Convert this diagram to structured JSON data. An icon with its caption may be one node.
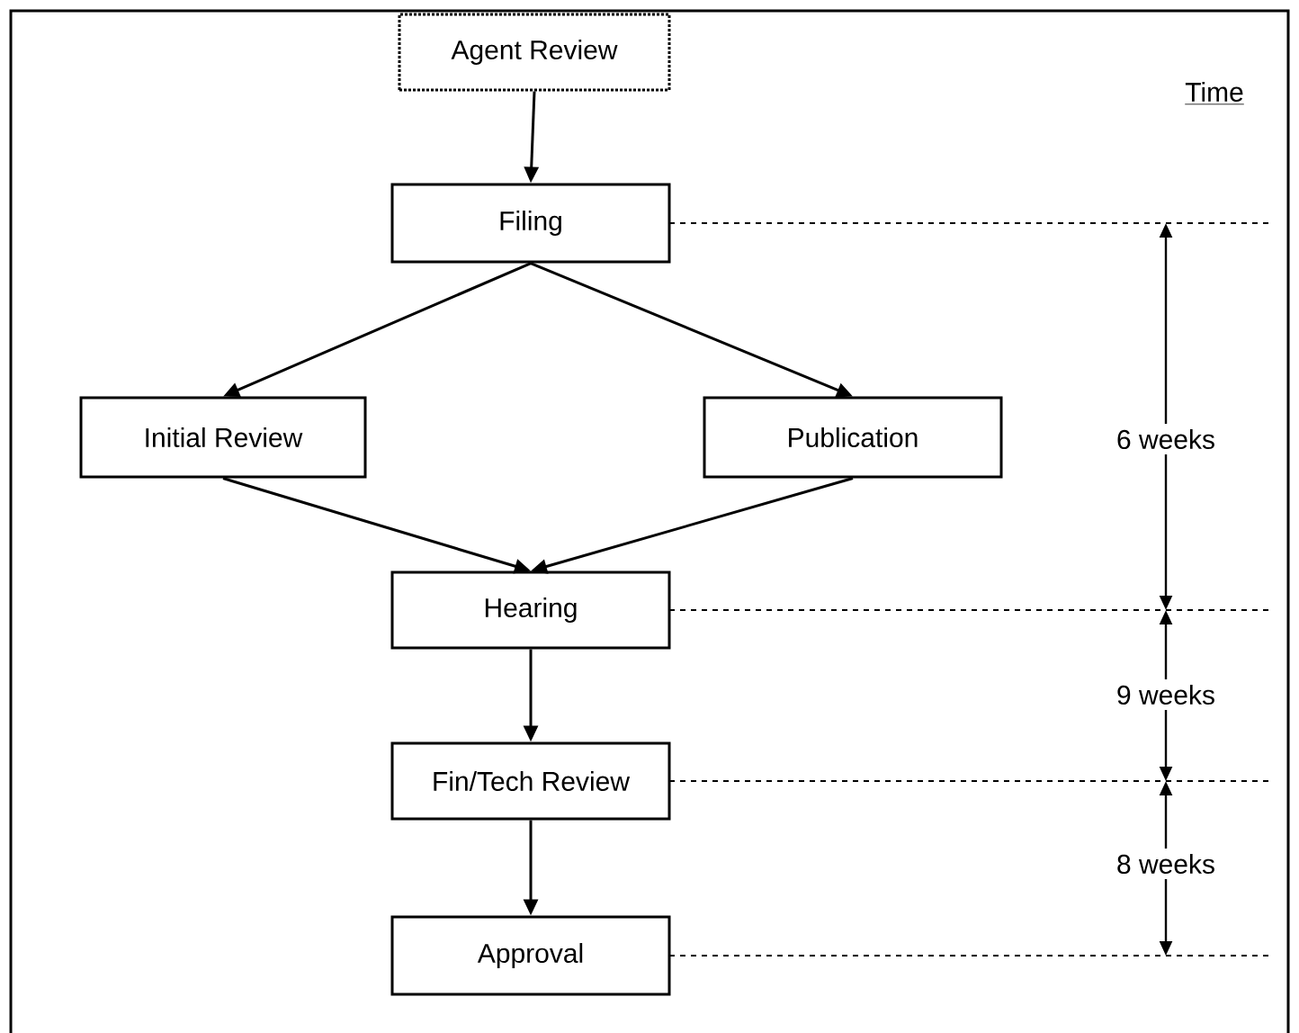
{
  "diagram": {
    "nodes": [
      {
        "text": [
          "Agent Review"
        ]
      },
      {
        "text": [
          "Filing"
        ]
      },
      {
        "text": [
          "Initial Review"
        ]
      },
      {
        "text": [
          "Publication"
        ]
      },
      {
        "text": [
          "Hearing"
        ]
      },
      {
        "text": [
          "Fin/Tech Review"
        ]
      },
      {
        "text": [
          "Approval"
        ]
      }
    ],
    "edges": [
      {
        "from": 0,
        "to": 1,
        "arrow": "to"
      },
      {
        "from": 1,
        "to": 2,
        "arrow": "to"
      },
      {
        "from": 1,
        "to": 3,
        "arrow": "to"
      },
      {
        "from": 2,
        "to": 4,
        "arrow": "to"
      },
      {
        "from": 3,
        "to": 4,
        "arrow": "to"
      },
      {
        "from": 4,
        "to": 5,
        "arrow": "to"
      },
      {
        "from": 5,
        "to": 6,
        "arrow": "to"
      }
    ],
    "labels": [
      "Time",
      "6 weeks",
      "9 weeks",
      "8 weeks"
    ]
  }
}
